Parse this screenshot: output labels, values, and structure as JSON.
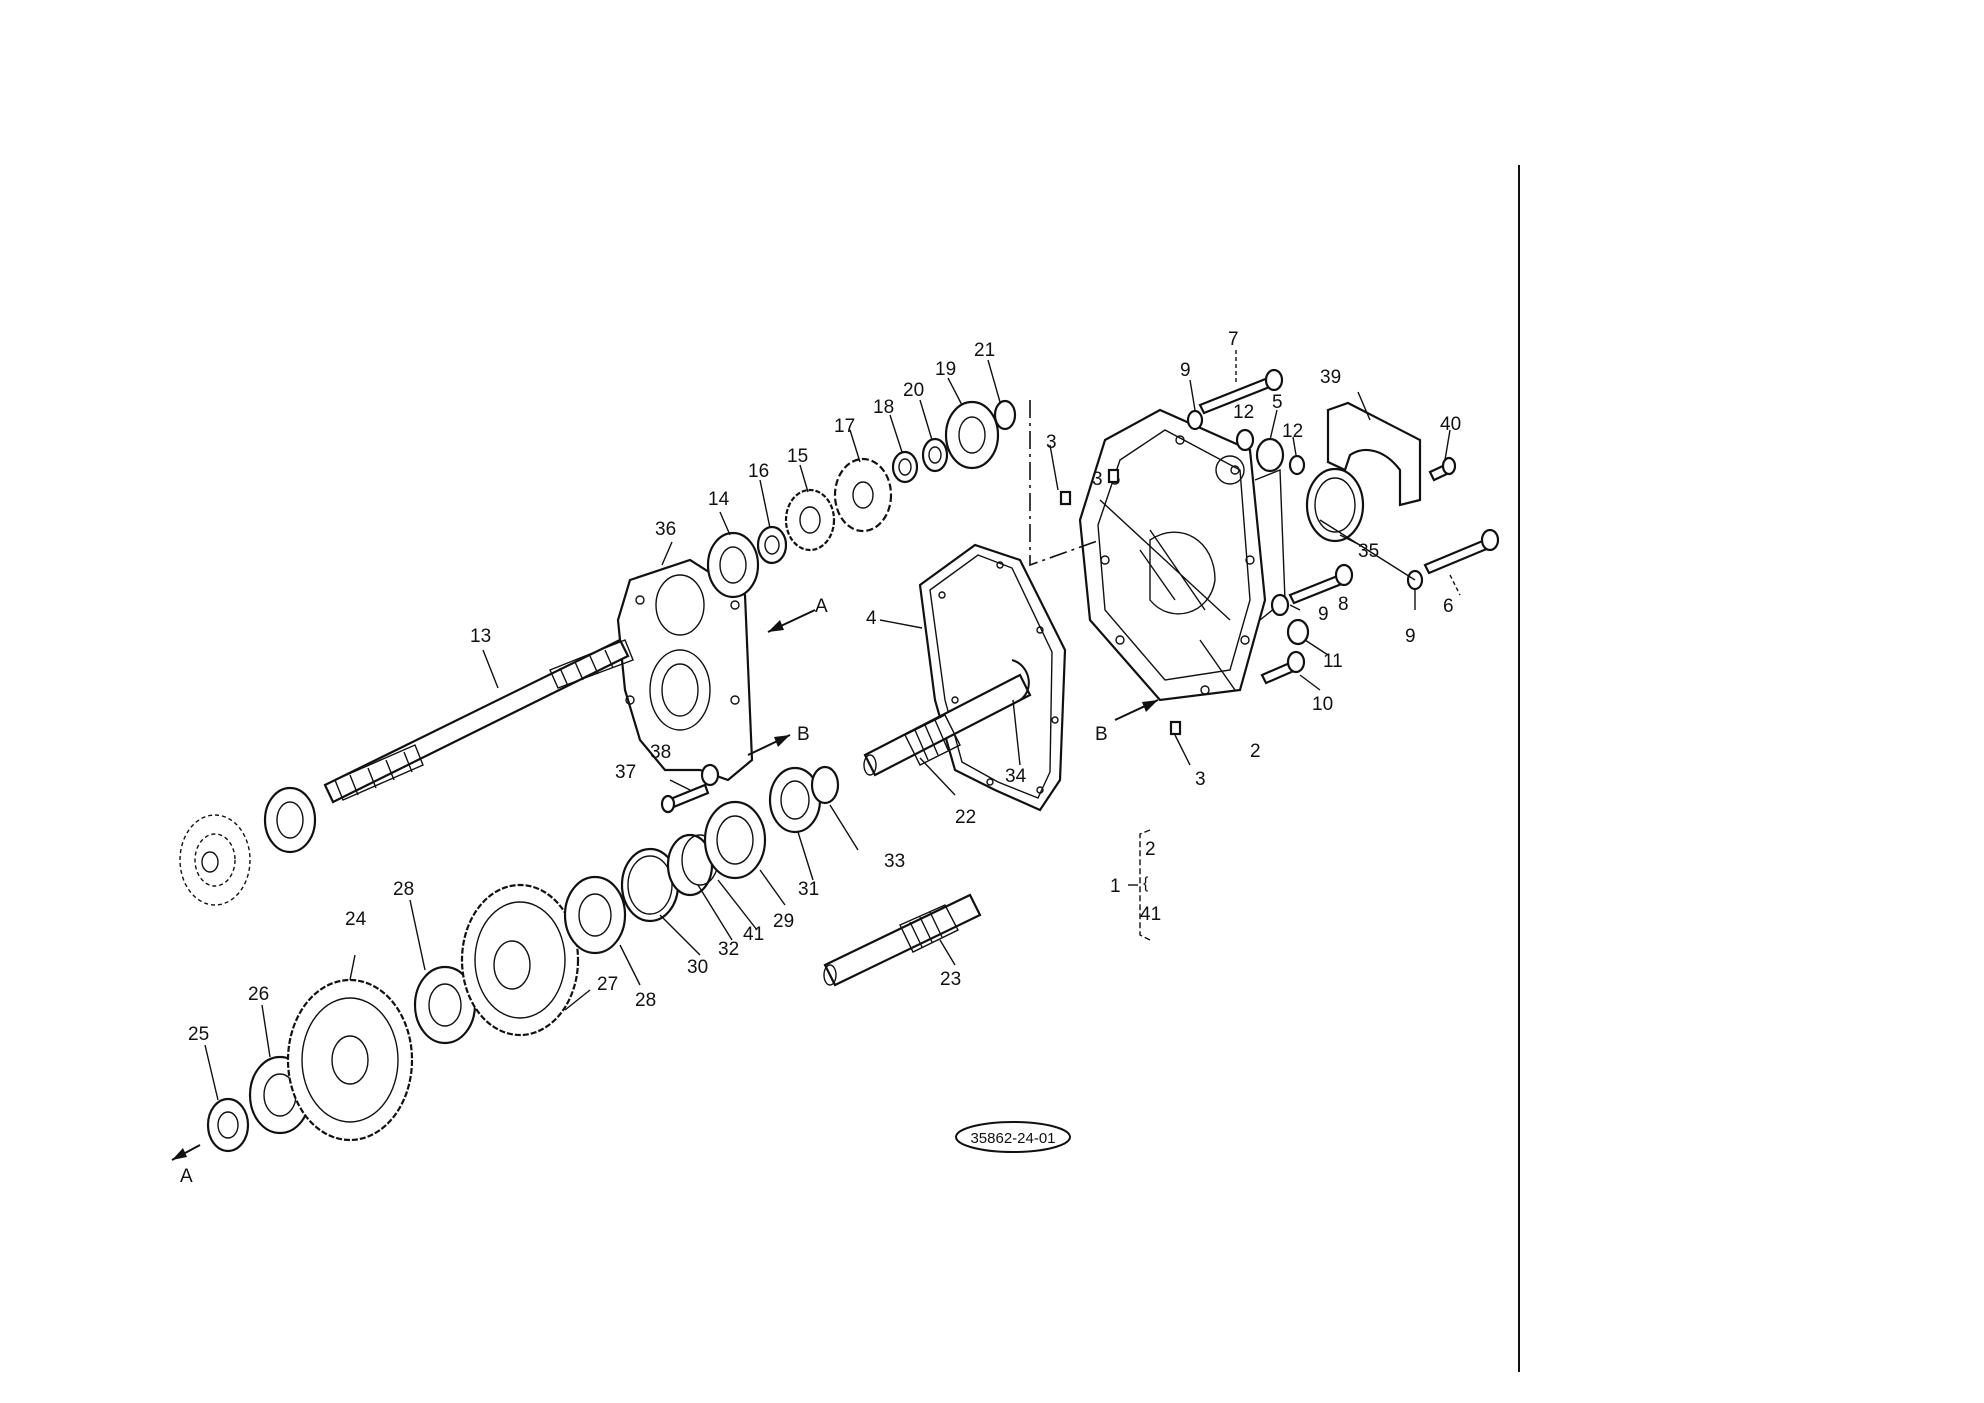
{
  "labels": {
    "l2": "2",
    "l2b": "2",
    "l3a": "3",
    "l3b": "3",
    "l3c": "3",
    "l4": "4",
    "l5": "5",
    "l6": "6",
    "l7": "7",
    "l8a": "8",
    "l9a": "9",
    "l9b": "9",
    "l9c": "9",
    "l10": "10",
    "l11": "11",
    "l12a": "12",
    "l12b": "12",
    "l13": "13",
    "l14": "14",
    "l15": "15",
    "l16": "16",
    "l17": "17",
    "l18": "18",
    "l19": "19",
    "l20": "20",
    "l21": "21",
    "l22": "22",
    "l23": "23",
    "l24": "24",
    "l25": "25",
    "l26": "26",
    "l27": "27",
    "l28a": "28",
    "l28b": "28",
    "l29": "29",
    "l30": "30",
    "l31": "31",
    "l32": "32",
    "l33": "33",
    "l34": "34",
    "l35": "35",
    "l36": "36",
    "l37": "37",
    "l38": "38",
    "l39": "39",
    "l40": "40",
    "l41a": "41",
    "l41b": "41",
    "arrowA1": "A",
    "arrowA2": "A",
    "arrowB1": "B",
    "arrowB2": "B",
    "group1": "1",
    "group_tilde": "{"
  },
  "drawing_number": "35862-24-01"
}
